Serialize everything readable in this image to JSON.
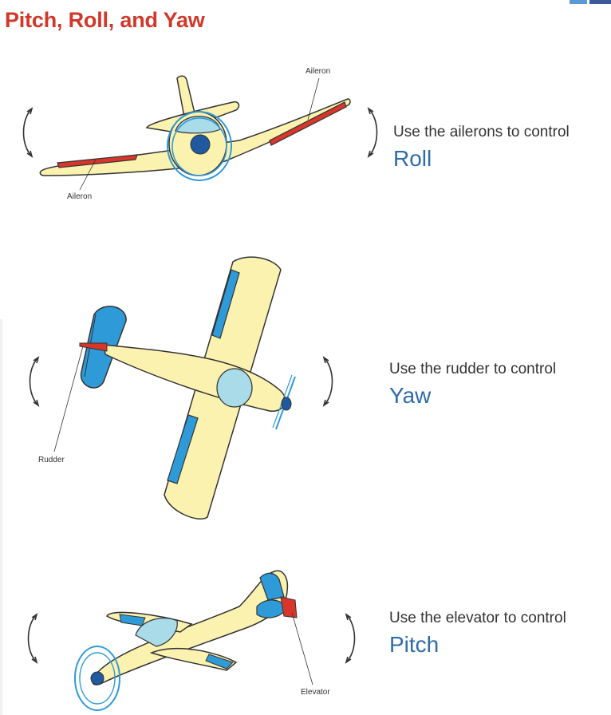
{
  "page": {
    "title": "Pitch, Roll, and Yaw"
  },
  "sections": {
    "roll": {
      "caption": "Use the ailerons to control",
      "term": "Roll",
      "labels": {
        "aileron_top": "Aileron",
        "aileron_bottom": "Aileron"
      }
    },
    "yaw": {
      "caption": "Use the rudder to control",
      "term": "Yaw",
      "labels": {
        "rudder": "Rudder"
      }
    },
    "pitch": {
      "caption": "Use the elevator to control",
      "term": "Pitch",
      "labels": {
        "elevator": "Elevator"
      }
    }
  },
  "colors": {
    "title": "#d2382a",
    "term": "#2f6ca8",
    "body_fill": "#fbf2b0",
    "control_surface_red": "#d9362b",
    "control_surface_blue": "#2f9ad8",
    "canopy": "#a9dbe8"
  },
  "icons": [
    "curved-double-arrow-icon"
  ]
}
